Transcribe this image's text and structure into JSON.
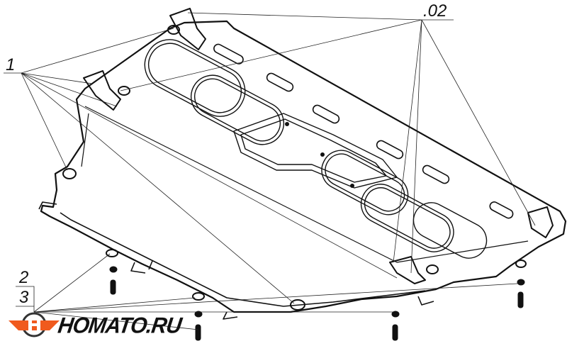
{
  "callouts": {
    "part_1": "1",
    "part_02": ".02",
    "part_2": "2",
    "part_3": "3"
  },
  "logo": {
    "text": "HOMATO.RU",
    "colors": {
      "orange": "#f05a1e",
      "dark": "#333333"
    }
  },
  "colors": {
    "line": "#111111",
    "background": "#ffffff"
  }
}
